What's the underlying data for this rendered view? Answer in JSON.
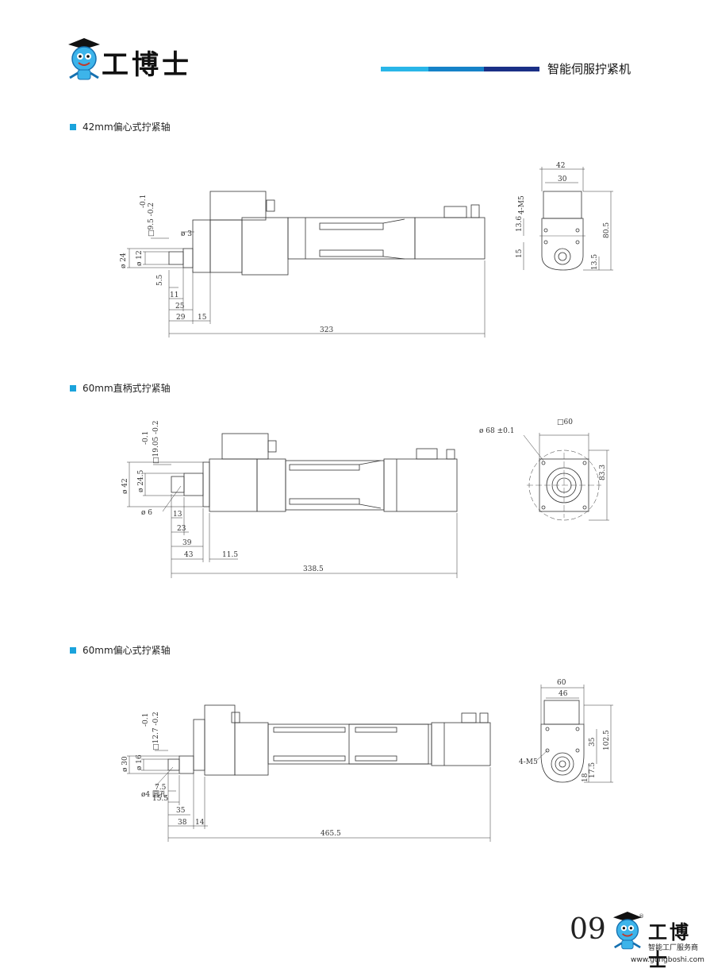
{
  "header": {
    "brand": "工博士",
    "subtitle": "智能伺服拧紧机",
    "bar_colors": [
      "#29b6e8",
      "#1682c8",
      "#1a2f86"
    ]
  },
  "sections": [
    {
      "title": "42mm偏心式拧紧轴",
      "side_dims": [
        "-0.1",
        "□9.5 -0.2",
        "ø 24",
        "ø 12",
        "ø 3",
        "5.5",
        "11",
        "25",
        "29",
        "15"
      ],
      "overall_length": "323",
      "end_view": {
        "width_outer": "42",
        "width_inner": "30",
        "thread": "4-M5",
        "height": "80.5",
        "d1": "13.6",
        "d2": "15",
        "d3": "13.5"
      }
    },
    {
      "title": "60mm直柄式拧紧轴",
      "side_dims": [
        "-0.1",
        "□19.05 -0.2",
        "ø 42",
        "ø 24.5",
        "ø 6",
        "13",
        "23",
        "39",
        "43",
        "11.5"
      ],
      "overall_length": "338.5",
      "end_view": {
        "square": "□60",
        "bolt_circle": "ø 68 ±0.1",
        "height": "83.3"
      }
    },
    {
      "title": "60mm偏心式拧紧轴",
      "side_dims": [
        "-0.1",
        "□12.7 -0.2",
        "ø 30",
        "ø 16",
        "ø4 圆孔",
        "7.5",
        "15.5",
        "35",
        "38",
        "14"
      ],
      "overall_length": "465.5",
      "end_view": {
        "width_outer": "60",
        "width_inner": "46",
        "thread": "4-M5",
        "height": "102.5",
        "d1": "35",
        "d2": "17.5",
        "d3": "18"
      }
    }
  ],
  "footer": {
    "page_number": "09",
    "brand": "工博士",
    "registered": "®",
    "tagline": "智能工厂服务商",
    "url": "www.gongboshi.com"
  }
}
